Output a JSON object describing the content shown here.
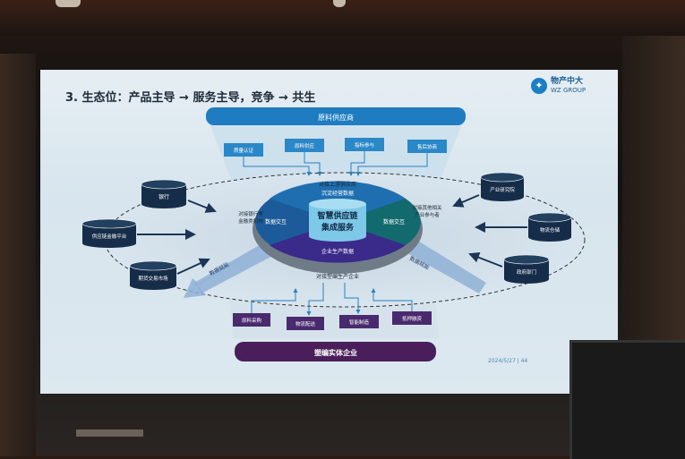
{
  "slide": {
    "title": "3. 生态位：产品主导 → 服务主导，竞争 → 共生",
    "logo": {
      "cn": "物产中大",
      "en": "WZ GROUP"
    },
    "footer": "2024/5/27  |  44"
  },
  "diagram": {
    "top_band": "原料供应商",
    "top_boxes": [
      "质量认证",
      "原料供应",
      "指标参与",
      "售后协商"
    ],
    "ring_top": "对接上游供应商",
    "ring_bottom": "对接塑编生产企业",
    "ring_left": "对接银行等\n金融类机构",
    "ring_left_lines": [
      "对接银行等",
      "金融类机构"
    ],
    "ring_right_lines": [
      "对接其他相关",
      "产业参与者"
    ],
    "disc": {
      "top": "沉淀经营数据",
      "left": "数据交互",
      "right": "数据交互",
      "bottom": "企业生产数据",
      "center_lines": [
        "智慧供应链",
        "集成服务"
      ]
    },
    "left_nodes": [
      "银行",
      "供应链金融平台",
      "期货交易市场"
    ],
    "right_nodes": [
      "产业研究院",
      "物流仓储",
      "政府部门"
    ],
    "arrow_left": "数据赋能",
    "arrow_right": "数据赋能",
    "bottom_boxes": [
      "原料采购",
      "物流配送",
      "智能制造",
      "抵押融资"
    ],
    "bottom_band": "塑编实体企业"
  },
  "colors": {
    "blue": "#1f7cc0",
    "navy": "#1c3555",
    "teal": "#136a6e",
    "purple": "#3e1e5e",
    "violet": "#3a2a8a"
  }
}
